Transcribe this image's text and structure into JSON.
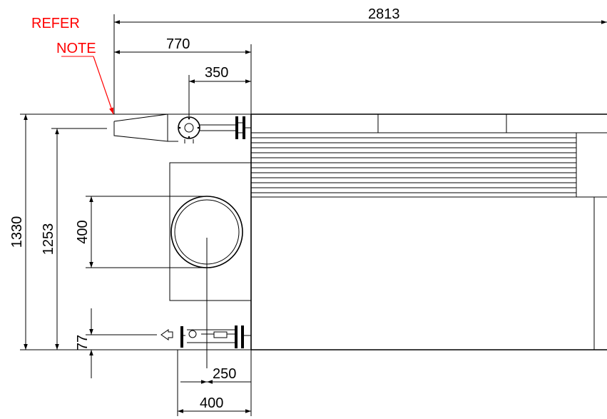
{
  "colors": {
    "note": "#ff0000",
    "line": "#000000",
    "background": "#ffffff"
  },
  "note": {
    "line1": "REFER",
    "line2": "NOTE"
  },
  "dimensions": {
    "overall_length": "2813",
    "inlet_offset": "770",
    "flange_offset": "350",
    "overall_height": "1330",
    "inlet_height": "1253",
    "outlet_diameter": "400",
    "drain_height": "77",
    "outlet_centre_offset": "250",
    "drain_width": "400"
  }
}
